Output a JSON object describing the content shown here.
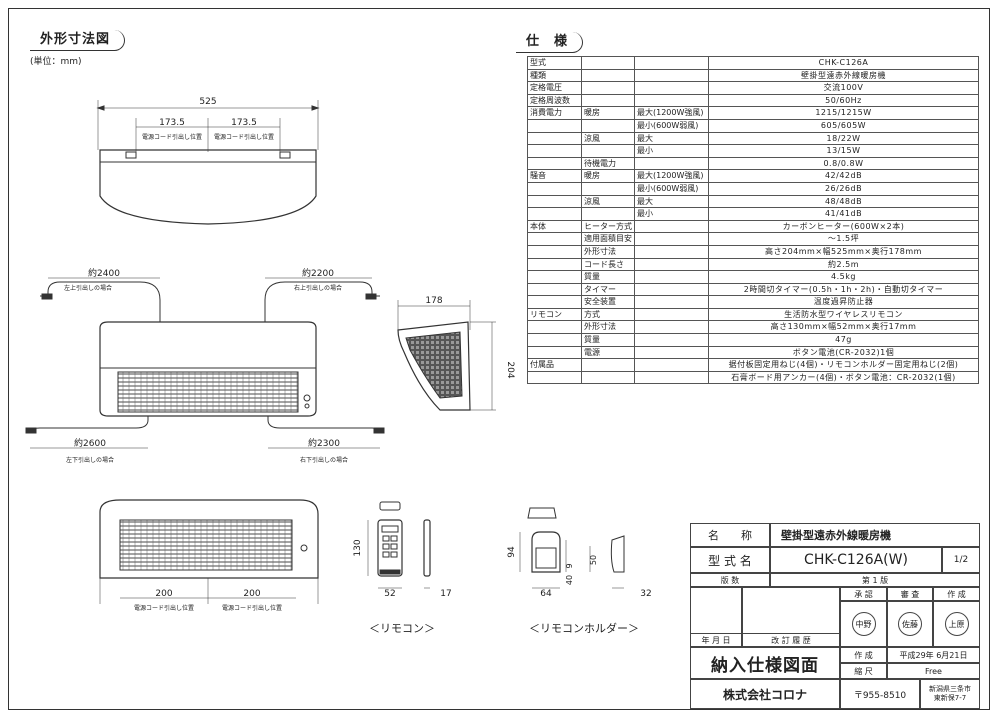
{
  "outline": {
    "tab": "外形寸法図",
    "unit": "(単位：mm)",
    "dims": {
      "width_total": "525",
      "half_left": "173.5",
      "half_right": "173.5",
      "cord_pos_left": "電源コード引出し位置",
      "cord_pos_right": "電源コード引出し位置",
      "cord_ul_len": "約2400",
      "cord_ul_label": "左上引出しの場合",
      "cord_ur_len": "約2200",
      "cord_ur_label": "右上引出しの場合",
      "cord_ll_len": "約2600",
      "cord_ll_label": "左下引出しの場合",
      "cord_lr_len": "約2300",
      "cord_lr_label": "右下引出しの場合",
      "depth": "178",
      "height": "204",
      "bottom_left": "200",
      "bottom_right": "200",
      "bottom_cord_left": "電源コード引出し位置",
      "bottom_cord_right": "電源コード引出し位置",
      "remote_h": "130",
      "remote_w": "52",
      "remote_d": "17",
      "holder_h": "94",
      "holder_a": "9",
      "holder_b": "40",
      "holder_c": "50",
      "holder_w": "64",
      "holder_d": "32"
    },
    "remote_caption": "＜リモコン＞",
    "holder_caption": "＜リモコンホルダー＞"
  },
  "spec": {
    "tab": "仕　様",
    "rows": [
      {
        "c1": "型式",
        "c2": "",
        "c3": "",
        "v": "CHK-C126A"
      },
      {
        "c1": "種類",
        "c2": "",
        "c3": "",
        "v": "壁掛型遠赤外線暖房機"
      },
      {
        "c1": "定格電圧",
        "c2": "",
        "c3": "",
        "v": "交流100V"
      },
      {
        "c1": "定格周波数",
        "c2": "",
        "c3": "",
        "v": "50/60Hz"
      },
      {
        "c1": "消費電力",
        "c2": "暖房",
        "c3": "最大(1200W強風)",
        "v": "1215/1215W"
      },
      {
        "c1": "",
        "c2": "",
        "c3": "最小(600W弱風)",
        "v": "605/605W"
      },
      {
        "c1": "",
        "c2": "涼風",
        "c3": "最大",
        "v": "18/22W"
      },
      {
        "c1": "",
        "c2": "",
        "c3": "最小",
        "v": "13/15W"
      },
      {
        "c1": "",
        "c2": "待機電力",
        "c3": "",
        "v": "0.8/0.8W"
      },
      {
        "c1": "騒音",
        "c2": "暖房",
        "c3": "最大(1200W強風)",
        "v": "42/42dB"
      },
      {
        "c1": "",
        "c2": "",
        "c3": "最小(600W弱風)",
        "v": "26/26dB"
      },
      {
        "c1": "",
        "c2": "涼風",
        "c3": "最大",
        "v": "48/48dB"
      },
      {
        "c1": "",
        "c2": "",
        "c3": "最小",
        "v": "41/41dB"
      },
      {
        "c1": "本体",
        "c2": "ヒーター方式",
        "c3": "",
        "v": "カーボンヒーター(600W×2本)"
      },
      {
        "c1": "",
        "c2": "適用面積目安",
        "c3": "",
        "v": "～1.5坪"
      },
      {
        "c1": "",
        "c2": "外形寸法",
        "c3": "",
        "v": "高さ204mm×幅525mm×奥行178mm"
      },
      {
        "c1": "",
        "c2": "コード長さ",
        "c3": "",
        "v": "約2.5m"
      },
      {
        "c1": "",
        "c2": "質量",
        "c3": "",
        "v": "4.5kg"
      },
      {
        "c1": "",
        "c2": "タイマー",
        "c3": "",
        "v": "2時間切タイマー(0.5h・1h・2h)・自動切タイマー"
      },
      {
        "c1": "",
        "c2": "安全装置",
        "c3": "",
        "v": "温度過昇防止器"
      },
      {
        "c1": "リモコン",
        "c2": "方式",
        "c3": "",
        "v": "生活防水型ワイヤレスリモコン"
      },
      {
        "c1": "",
        "c2": "外形寸法",
        "c3": "",
        "v": "高さ130mm×幅52mm×奥行17mm"
      },
      {
        "c1": "",
        "c2": "質量",
        "c3": "",
        "v": "47g"
      },
      {
        "c1": "",
        "c2": "電源",
        "c3": "",
        "v": "ボタン電池(CR-2032)1個"
      },
      {
        "c1": "付属品",
        "c2": "",
        "c3": "",
        "v": "据付板固定用ねじ(4個)・リモコンホルダー固定用ねじ(2個)"
      },
      {
        "c1": "",
        "c2": "",
        "c3": "",
        "v": "石膏ボード用アンカー(4個)・ボタン電池：CR-2032(1個)"
      }
    ]
  },
  "titleblock": {
    "name_label": "名　　称",
    "name_value": "壁掛型遠赤外線暖房機",
    "model_label": "型 式 名",
    "model_value": "CHK-C126A(W)",
    "page": "1/2",
    "edition_label": "版 数",
    "edition_value": "第 1 版",
    "approve": "承 認",
    "review": "審 査",
    "create": "作 成",
    "seal_approve": "中野",
    "seal_review": "佐藤",
    "seal_create": "上原",
    "date_label": "年 月 日",
    "revision_label": "改 訂 履 歴",
    "doc_title": "納入仕様図面",
    "created_label": "作 成",
    "created_date": "平成29年 6月21日",
    "scale_label": "縮 尺",
    "scale_value": "Free",
    "company": "株式会社コロナ",
    "postal": "〒955-8510",
    "address1": "新潟県三条市",
    "address2": "東新保7-7"
  }
}
